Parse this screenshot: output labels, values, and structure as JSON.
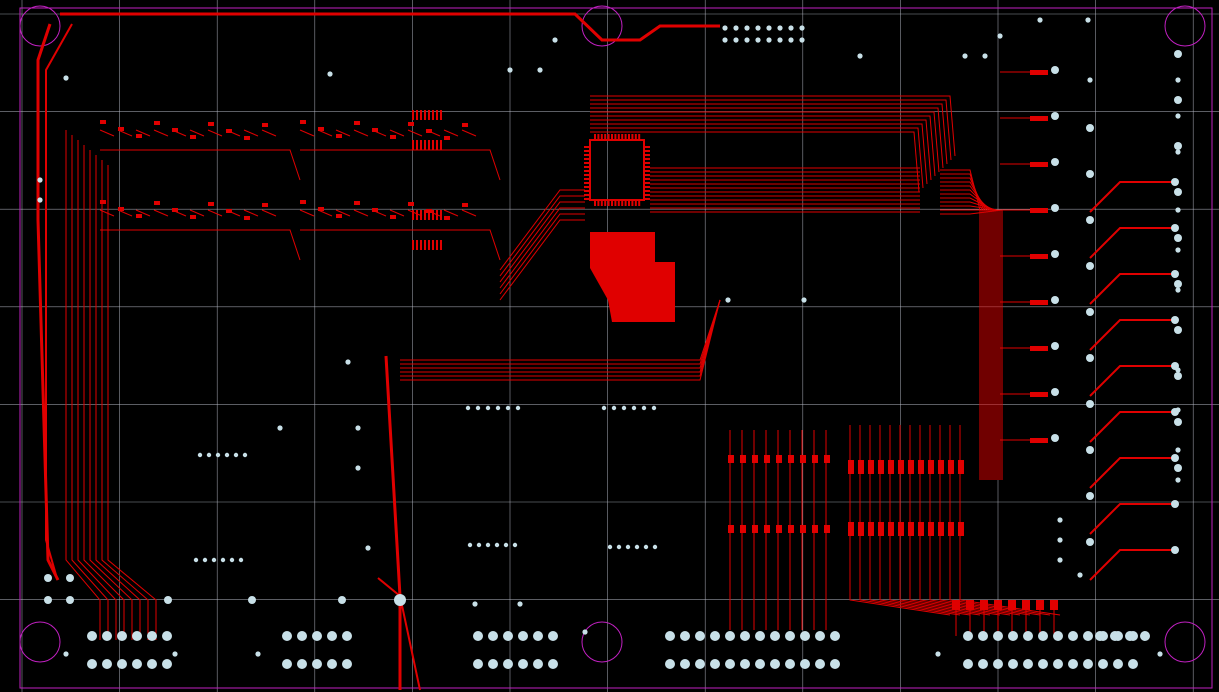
{
  "view": {
    "background": "#000000",
    "grid_color": "#b8bcc8",
    "outline_color": "#c020c0",
    "trace_color": "#e00000",
    "pad_color": "#c8e0e8"
  },
  "layers": {
    "grid": "grid-lines",
    "outline": "board-outline",
    "traces": "copper-traces",
    "pads": "vias-and-pads"
  }
}
